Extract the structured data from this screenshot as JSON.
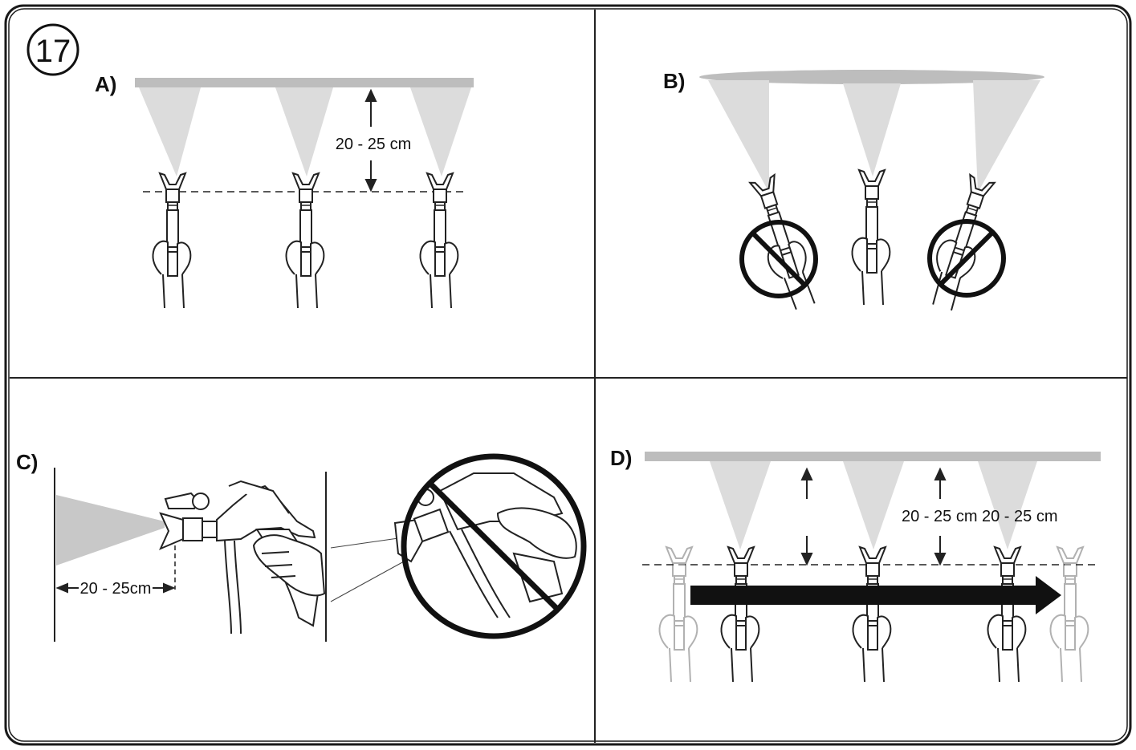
{
  "step_number": "17",
  "panels": {
    "a": {
      "label": "A)",
      "distance": "20 - 25 cm"
    },
    "b": {
      "label": "B)"
    },
    "c": {
      "label": "C)",
      "distance": "20 - 25cm"
    },
    "d": {
      "label": "D)",
      "distance_1": "20 - 25 cm",
      "distance_2": "20 - 25 cm"
    }
  },
  "colors": {
    "frame": "#1a1a1a",
    "spray": "#dcdcdc",
    "wall_paint": "#bdbdbd",
    "prohibited": "#111111",
    "arrow": "#111111"
  }
}
